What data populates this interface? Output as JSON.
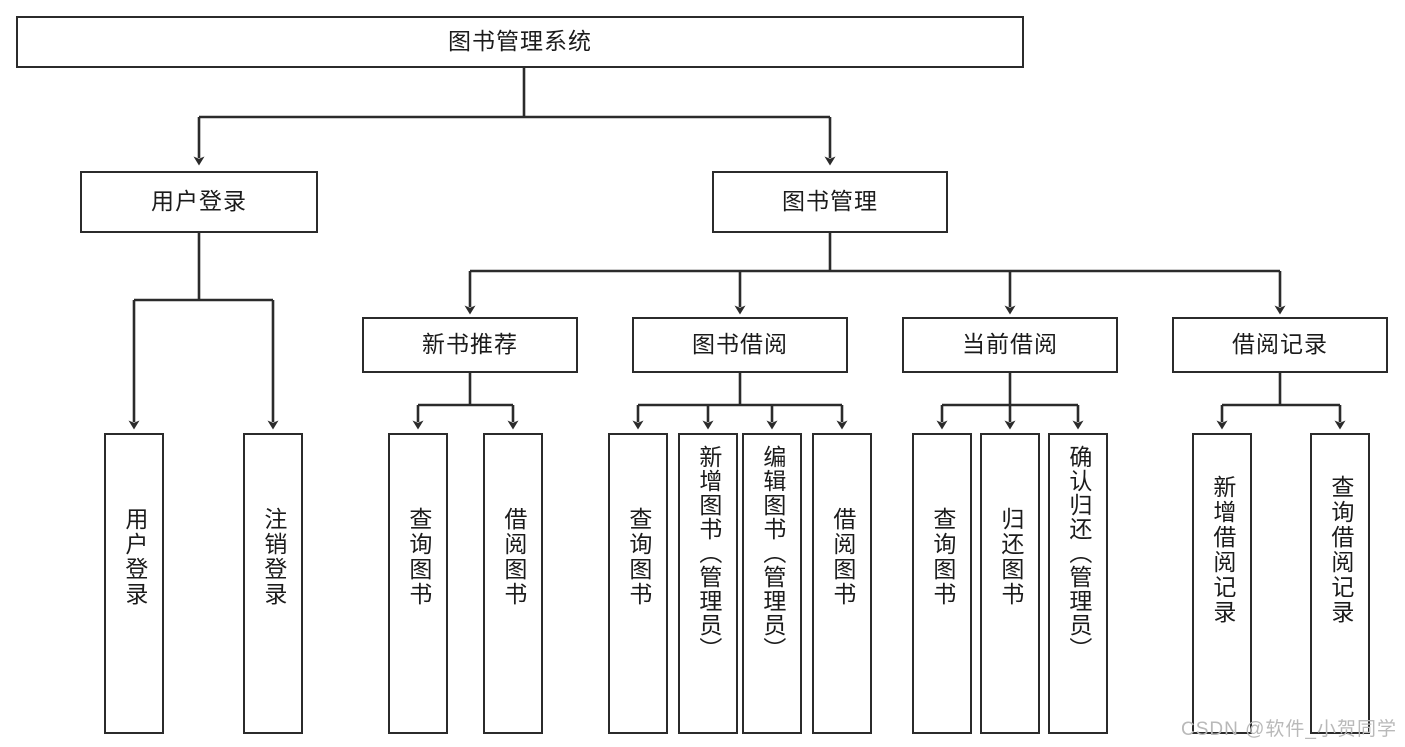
{
  "diagram": {
    "type": "tree",
    "title": "图书管理系统",
    "orientation": "top-down",
    "colors": {
      "node_border": "#2b2b2b",
      "node_fill": "#ffffff",
      "edge": "#2b2b2b",
      "text": "#1b1b1b",
      "watermark": "#b9b9b9",
      "background": "#ffffff"
    },
    "root": {
      "id": "root",
      "label": "图书管理系统"
    },
    "level2": [
      {
        "id": "user-login",
        "label": "用户登录"
      },
      {
        "id": "book-manage",
        "label": "图书管理"
      }
    ],
    "level3": [
      {
        "id": "new-book-recommend",
        "label": "新书推荐",
        "parent": "book-manage"
      },
      {
        "id": "book-borrow",
        "label": "图书借阅",
        "parent": "book-manage"
      },
      {
        "id": "current-borrow",
        "label": "当前借阅",
        "parent": "book-manage"
      },
      {
        "id": "borrow-record",
        "label": "借阅记录",
        "parent": "book-manage"
      }
    ],
    "leaves": [
      {
        "id": "leaf-user-login",
        "label": "用户登录",
        "parent": "user-login"
      },
      {
        "id": "leaf-logout",
        "label": "注销登录",
        "parent": "user-login"
      },
      {
        "id": "leaf-query-book-1",
        "label": "查询图书",
        "parent": "new-book-recommend"
      },
      {
        "id": "leaf-borrow-book-1",
        "label": "借阅图书",
        "parent": "new-book-recommend"
      },
      {
        "id": "leaf-query-book-2",
        "label": "查询图书",
        "parent": "book-borrow"
      },
      {
        "id": "leaf-add-book",
        "label": "新增图书（管理员）",
        "parent": "book-borrow"
      },
      {
        "id": "leaf-edit-book",
        "label": "编辑图书（管理员）",
        "parent": "book-borrow"
      },
      {
        "id": "leaf-borrow-book-2",
        "label": "借阅图书",
        "parent": "book-borrow"
      },
      {
        "id": "leaf-query-book-3",
        "label": "查询图书",
        "parent": "current-borrow"
      },
      {
        "id": "leaf-return-book",
        "label": "归还图书",
        "parent": "current-borrow"
      },
      {
        "id": "leaf-confirm-return",
        "label": "确认归还（管理员）",
        "parent": "current-borrow"
      },
      {
        "id": "leaf-add-record",
        "label": "新增借阅记录",
        "parent": "borrow-record"
      },
      {
        "id": "leaf-query-record",
        "label": "查询借阅记录",
        "parent": "borrow-record"
      }
    ],
    "watermark": "CSDN @软件_小贺同学"
  }
}
